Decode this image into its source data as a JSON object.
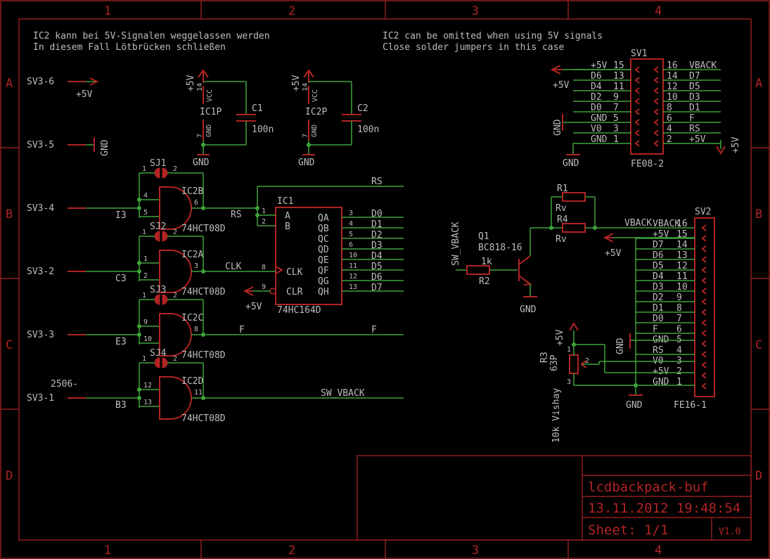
{
  "frame": {
    "columns": [
      "1",
      "2",
      "3",
      "4"
    ],
    "rows": [
      "A",
      "B",
      "C",
      "D"
    ]
  },
  "notes": {
    "de_line1": "IC2 kann bei 5V-Signalen weggelassen werden",
    "de_line2": "In diesem Fall Lötbrücken schließen",
    "en_line1": "IC2 can be omitted when using 5V signals",
    "en_line2": "Close solder jumpers in this case"
  },
  "left_connector": {
    "pins": [
      "SV3-6",
      "SV3-5",
      "SV3-4",
      "SV3-2",
      "SV3-3",
      "SV3-1"
    ],
    "pin6_net": "+5V",
    "pin5_net": "GND",
    "label_2506": "2506-"
  },
  "power_caps": {
    "ic1p": "IC1P",
    "ic2p": "IC2P",
    "c1": "C1",
    "c2": "C2",
    "cap_value": "100n",
    "vcc": "VCC",
    "gnd_pin": "GND",
    "plus5": "+5V",
    "gnd": "GND",
    "pin14": "14",
    "pin7": "7"
  },
  "gates": {
    "part": "74HCT08D",
    "names": [
      "IC2B",
      "IC2A",
      "IC2C",
      "IC2D"
    ],
    "jumpers": [
      "SJ1",
      "SJ2",
      "SJ3",
      "SJ4"
    ],
    "inputs": [
      "I3",
      "C3",
      "E3",
      "B3"
    ],
    "pins_in1": [
      "4",
      "1",
      "9",
      "12"
    ],
    "pins_in2": [
      "5",
      "2",
      "10",
      "13"
    ],
    "pins_out": [
      "6",
      "3",
      "8",
      "11"
    ],
    "jp1": "1",
    "jp2": "2"
  },
  "ic1": {
    "name": "IC1",
    "part": "74HC164D",
    "left_pins": [
      "A",
      "B",
      "CLK",
      "CLR"
    ],
    "left_nums": [
      "1",
      "2",
      "8",
      "9"
    ],
    "outputs": [
      "QA",
      "QB",
      "QC",
      "QD",
      "QE",
      "QF",
      "QG",
      "QH"
    ],
    "out_nums": [
      "3",
      "4",
      "5",
      "6",
      "10",
      "11",
      "12",
      "13"
    ],
    "nets": [
      "D0",
      "D1",
      "D2",
      "D3",
      "D4",
      "D5",
      "D6",
      "D7"
    ],
    "rs": "RS",
    "clk": "CLK",
    "f": "F",
    "sw_vback": "SW_VBACK",
    "plus5": "+5V"
  },
  "sv1": {
    "name": "SV1",
    "part": "FE08-2",
    "left_labels": [
      "+5V",
      "D6",
      "D4",
      "D2",
      "D0",
      "GND",
      "V0",
      "GND"
    ],
    "left_nums": [
      "15",
      "13",
      "11",
      "9",
      "7",
      "5",
      "3",
      "1"
    ],
    "right_nums": [
      "16",
      "14",
      "12",
      "10",
      "8",
      "6",
      "4",
      "2"
    ],
    "right_labels": [
      "VBACK",
      "D7",
      "D5",
      "D3",
      "D1",
      "F",
      "RS",
      "+5V"
    ],
    "plus5": "+5V",
    "gnd": "GND"
  },
  "transistor": {
    "q_name": "Q1",
    "q_part": "BC818-16",
    "r1": "R1",
    "r1_val": "Rv",
    "r4": "R4",
    "r4_val": "Rv",
    "r2": "R2",
    "r2_val": "1k",
    "sw_vback": "SW_VBACK",
    "vback": "VBACK",
    "plus5": "+5V",
    "gnd": "GND"
  },
  "sv2": {
    "name": "SV2",
    "part": "FE16-1",
    "labels": [
      "VBACK",
      "+5V",
      "D7",
      "D6",
      "D5",
      "D4",
      "D3",
      "D2",
      "D1",
      "D0",
      "F",
      "GND",
      "RS",
      "V0",
      "+5V",
      "GND"
    ],
    "nums": [
      "16",
      "15",
      "14",
      "13",
      "12",
      "11",
      "10",
      "9",
      "8",
      "7",
      "6",
      "5",
      "4",
      "3",
      "2",
      "1"
    ]
  },
  "pot": {
    "name": "R3",
    "type": "63P",
    "value": "10k Vishay",
    "pin1": "1",
    "pin2": "2",
    "pin3": "3",
    "plus5": "+5V",
    "gnd": "GND",
    "gnd2": "GND"
  },
  "title_block": {
    "title": "lcdbackpack-buf",
    "date": "13.11.2012 19:48:54",
    "sheet": "Sheet: 1/1",
    "version": "V1.0"
  }
}
